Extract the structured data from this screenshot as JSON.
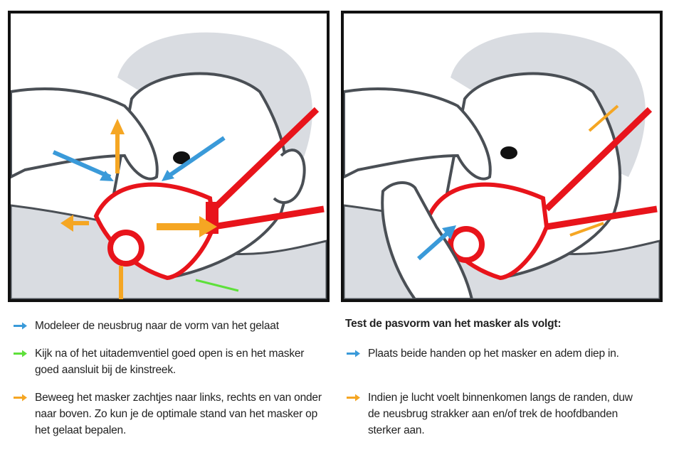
{
  "colors": {
    "blue": "#3a9ad9",
    "green": "#5ee03a",
    "orange": "#f5a623",
    "mask": "#e8141b",
    "head": "#d9dce1"
  },
  "left": {
    "items": [
      {
        "color": "blue",
        "text": "Modeleer de neusbrug naar de vorm van het gelaat"
      },
      {
        "color": "green",
        "text": "Kijk na of het uitademventiel goed open is en het masker goed aansluit bij de kinstreek."
      },
      {
        "color": "orange",
        "text": "Beweeg het masker zachtjes naar links, rechts en van onder naar boven. Zo kun je de optimale stand van het masker op het gelaat bepalen."
      }
    ]
  },
  "right": {
    "heading": "Test de pasvorm van het masker als volgt:",
    "items": [
      {
        "color": "blue",
        "text": "Plaats beide handen op het masker en adem diep in."
      },
      {
        "color": "orange",
        "text": "Indien je lucht voelt binnenkomen langs de randen, duw de neusbrug strakker aan en/of trek de hoofdbanden sterker aan."
      }
    ]
  }
}
